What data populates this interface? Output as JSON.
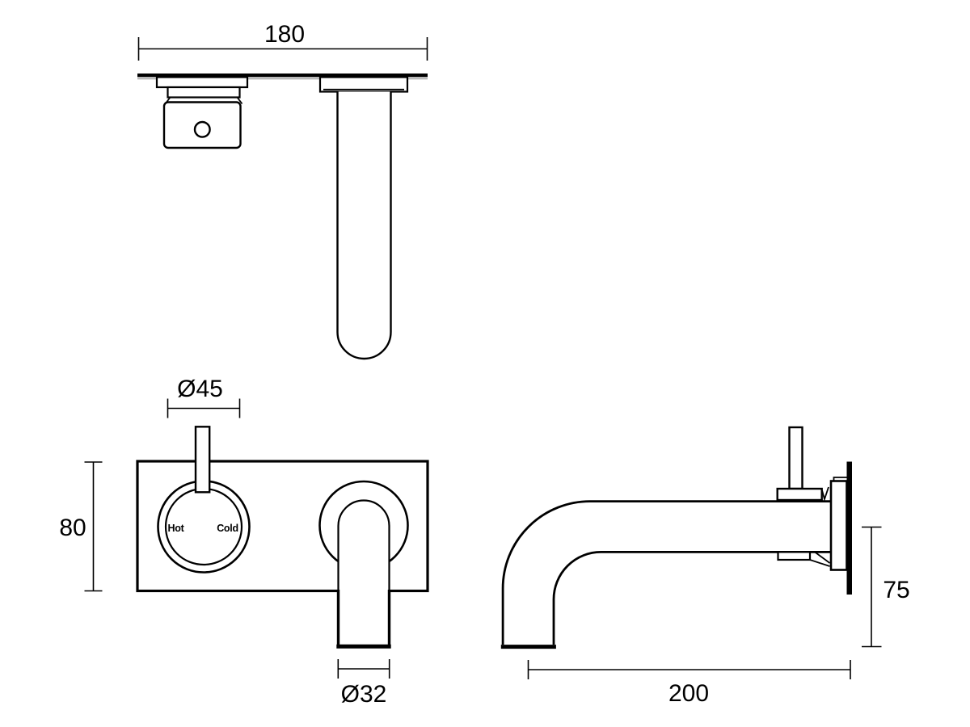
{
  "colors": {
    "line": "#000000",
    "background": "#ffffff",
    "plate_edge_shadow": "#999999"
  },
  "dimensions": {
    "plate_width": "180",
    "handle_diameter": "Ø45",
    "plate_height": "80",
    "spout_diameter": "Ø32",
    "spout_projection": "200",
    "spout_drop": "75"
  },
  "handle_dial": {
    "hot": "Hot",
    "cold": "Cold"
  }
}
